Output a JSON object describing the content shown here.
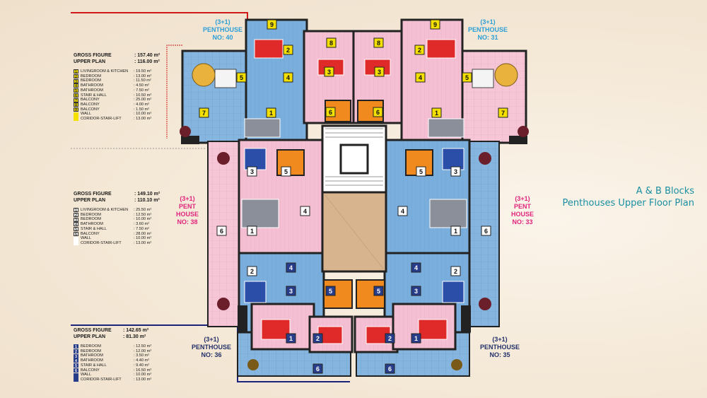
{
  "title": {
    "line1": "A & B Blocks",
    "line2": "Penthouses Upper Floor Plan"
  },
  "units": {
    "top_left": {
      "type": "(3+1)",
      "name": "PENTHOUSE",
      "no": "NO: 40"
    },
    "top_right": {
      "type": "(3+1)",
      "name": "PENTHOUSE",
      "no": "NO: 31"
    },
    "mid_left": {
      "type": "(3+1)",
      "name1": "PENT",
      "name2": "HOUSE",
      "no": "NO: 38"
    },
    "mid_right": {
      "type": "(3+1)",
      "name1": "PENT",
      "name2": "HOUSE",
      "no": "NO: 33"
    },
    "bot_left": {
      "type": "(3+1)",
      "name": "PENTHOUSE",
      "no": "NO: 36"
    },
    "bot_right": {
      "type": "(3+1)",
      "name": "PENTHOUSE",
      "no": "NO: 35"
    }
  },
  "legends": [
    {
      "gross_label": "GROSS FIGURE",
      "gross_value": ": 157.40 m²",
      "upper_label": "UPPER PLAN",
      "upper_value": ": 116.00 m²",
      "rows": [
        {
          "n": "1",
          "label": "LIVINGROOM & KITCHEN",
          "value": ": 19.50 m²"
        },
        {
          "n": "2",
          "label": "BEDROOM",
          "value": ": 13.00 m²"
        },
        {
          "n": "3",
          "label": "BEDROOM",
          "value": ": 11.50 m²"
        },
        {
          "n": "4",
          "label": "BATHROOM",
          "value": ": 4.50 m²"
        },
        {
          "n": "5",
          "label": "BATHROOM",
          "value": ": 7.50 m²"
        },
        {
          "n": "6",
          "label": "STAIR & HALL",
          "value": ": 10.50 m²"
        },
        {
          "n": "7",
          "label": "BALCONY",
          "value": ": 25.00 m²"
        },
        {
          "n": "8",
          "label": "BALCONY",
          "value": ": 4.00 m²"
        },
        {
          "n": "9",
          "label": "BALCONY",
          "value": ": 1.50 m²"
        },
        {
          "n": "",
          "label": "WALL",
          "value": ": 10.00 m²"
        },
        {
          "n": "",
          "label": "CORIDOR-STAIR-LIFT",
          "value": ": 13.00 m²"
        }
      ]
    },
    {
      "gross_label": "GROSS FIGURE",
      "gross_value": ": 149.10 m²",
      "upper_label": "UPPER PLAN",
      "upper_value": ": 110.10 m²",
      "rows": [
        {
          "n": "1",
          "label": "LIVINGROOM & KITCHEN",
          "value": ": 25.50 m²"
        },
        {
          "n": "2",
          "label": "BEDROOM",
          "value": ": 12.50 m²"
        },
        {
          "n": "3",
          "label": "BEDROOM",
          "value": ": 10.00 m²"
        },
        {
          "n": "4",
          "label": "BATHROOM",
          "value": ": 3.60 m²"
        },
        {
          "n": "5",
          "label": "STAIR & HALL",
          "value": ": 7.50 m²"
        },
        {
          "n": "6",
          "label": "BALCONY",
          "value": ": 28.00 m²"
        },
        {
          "n": "",
          "label": "WALL",
          "value": ": 10.00 m²"
        },
        {
          "n": "",
          "label": "CORIDOR-STAIR-LIFT",
          "value": ": 13.00 m²"
        }
      ]
    },
    {
      "gross_label": "GROSS FIGURE",
      "gross_value": ": 142.65 m²",
      "upper_label": "UPPER PLAN",
      "upper_value": ": 81.30 m²",
      "rows": [
        {
          "n": "1",
          "label": "BEDROOM",
          "value": ": 12.50 m²"
        },
        {
          "n": "2",
          "label": "BEDROOM",
          "value": ": 12.00 m²"
        },
        {
          "n": "3",
          "label": "BATHROOM",
          "value": ": 3.50 m²"
        },
        {
          "n": "4",
          "label": "BATHROOM",
          "value": ": 4.40 m²"
        },
        {
          "n": "5",
          "label": "STAIR & HALL",
          "value": ": 9.40 m²"
        },
        {
          "n": "6",
          "label": "BALCONY",
          "value": ": 16.50 m²"
        },
        {
          "n": "",
          "label": "WALL",
          "value": ": 10.00 m²"
        },
        {
          "n": "",
          "label": "CORIDOR-STAIR-LIFT",
          "value": ": 13.00 m²"
        }
      ]
    }
  ],
  "room_numbers": {
    "top": [
      "9",
      "2",
      "8",
      "3",
      "5",
      "4",
      "7",
      "1",
      "6"
    ],
    "mid": [
      "3",
      "5",
      "4",
      "1",
      "6",
      "2"
    ],
    "bot": [
      "4",
      "3",
      "5",
      "2",
      "1",
      "6"
    ]
  },
  "colors": {
    "pink": "#f6c6d6",
    "blue": "#7fb2dd",
    "yellow": "#f3e000",
    "navy": "#283d8a",
    "orange": "#f08a1e",
    "wall": "#1e1e1e"
  }
}
